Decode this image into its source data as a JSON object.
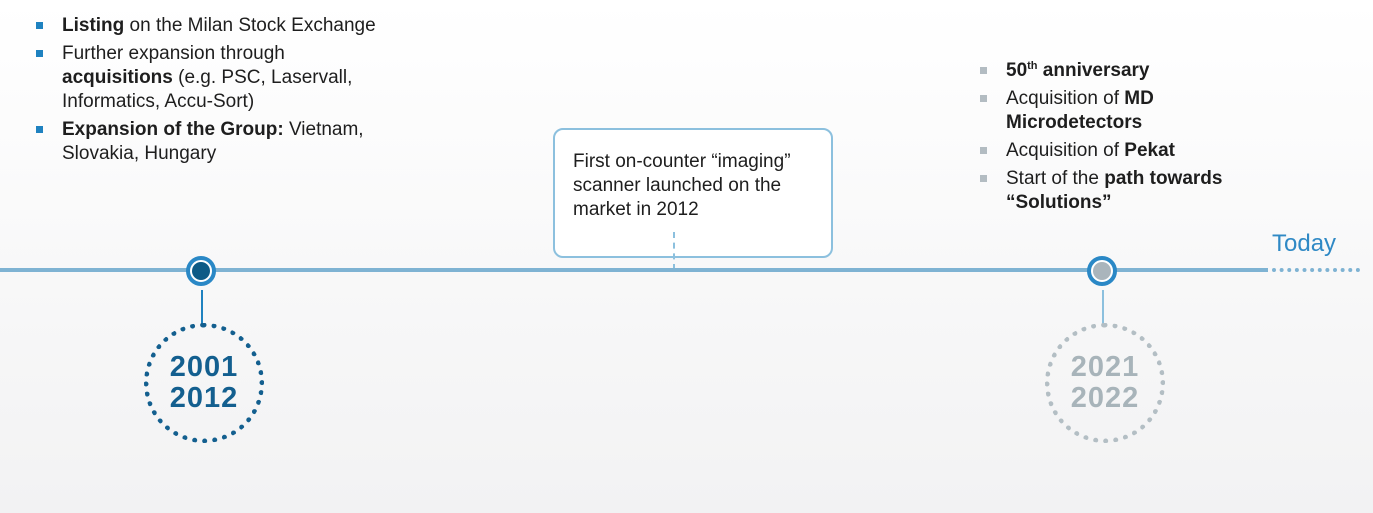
{
  "left_block": {
    "items": [
      {
        "bold": "Listing",
        "rest": " on the Milan Stock Exchange"
      },
      {
        "pre": "Further expansion through ",
        "bold": "acquisitions",
        "rest": " (e.g. PSC, Laservall, Informatics, Accu-Sort)"
      },
      {
        "bold": "Expansion of the Group:",
        "rest": " Vietnam, Slovakia, Hungary"
      }
    ]
  },
  "callout": {
    "text": "First on-counter “imaging” scanner launched on the market in 2012"
  },
  "right_block": {
    "items": [
      {
        "bold": "50",
        "sup": "th",
        "bold2": " anniversary"
      },
      {
        "pre": "Acquisition of ",
        "bold": "MD Microdetectors"
      },
      {
        "pre": "Acquisition of ",
        "bold": "Pekat"
      },
      {
        "pre": "Start of the ",
        "bold": "path towards “Solutions”"
      }
    ]
  },
  "timeline": {
    "today_label": "Today",
    "periods": [
      {
        "start": "2001",
        "end": "2012"
      },
      {
        "start": "2021",
        "end": "2022"
      }
    ]
  },
  "colors": {
    "primary_blue": "#1f82c0",
    "dark_blue": "#135f8f",
    "line_blue": "#7fb3d3",
    "grey": "#b3bec4"
  }
}
